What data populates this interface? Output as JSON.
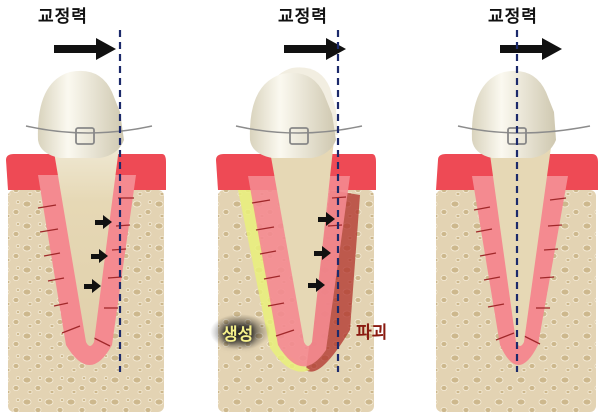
{
  "panels": [
    {
      "title": "교정력",
      "stage": "initial",
      "force_arrow": "right-arrow"
    },
    {
      "title": "교정력",
      "stage": "moving",
      "force_arrow": "right-arrow",
      "labels": {
        "formation": "생성",
        "resorption": "파괴"
      }
    },
    {
      "title": "교정력",
      "stage": "final",
      "force_arrow": "right-arrow"
    }
  ],
  "colors": {
    "gum": "#ee4a55",
    "ligament": "#f48a90",
    "bone": "#e3d3b3",
    "bone_pore": "#cdb88d",
    "tooth": "#f2eedd",
    "root": "#e8dcbc",
    "axis_line": "#1c2a6b",
    "formation_glow": "#e9f07a",
    "resorption": "#b0302a"
  }
}
